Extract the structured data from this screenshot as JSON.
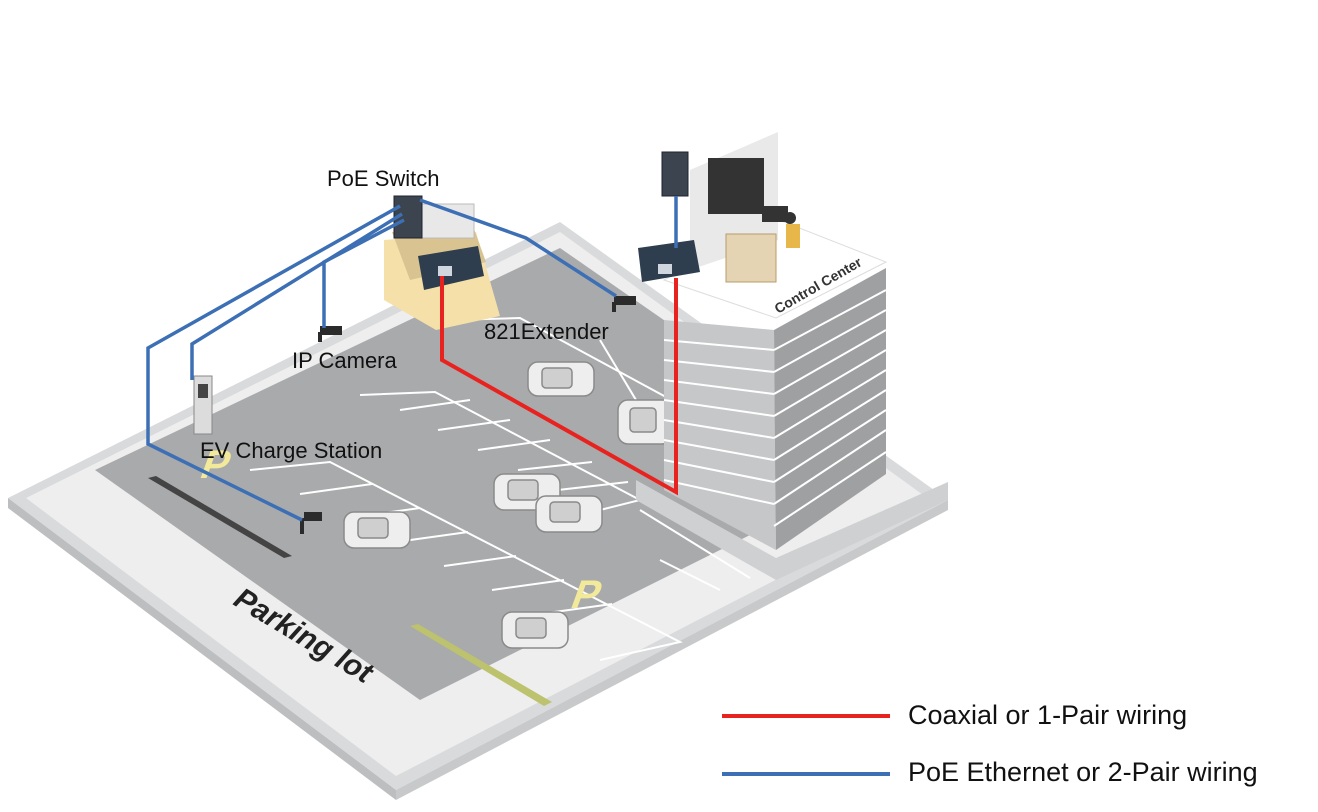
{
  "labels": {
    "poe_switch": "PoE Switch",
    "ip_camera": "IP Camera",
    "extender": "821Extender",
    "ev_station": "EV Charge Station",
    "control_center": "Control Center",
    "parking_lot": "Parking lot",
    "parking_mark": "P"
  },
  "legend": [
    {
      "text": "Coaxial or 1-Pair wiring",
      "color": "#e8231f"
    },
    {
      "text": "PoE Ethernet or 2-Pair wiring",
      "color": "#3d6fb5"
    }
  ],
  "colors": {
    "coax": "#e8231f",
    "ethernet": "#3d6fb5",
    "lot": "#a9aaac",
    "lot_border": "#e6e7e8",
    "parking_p": "#f2ea9a"
  }
}
